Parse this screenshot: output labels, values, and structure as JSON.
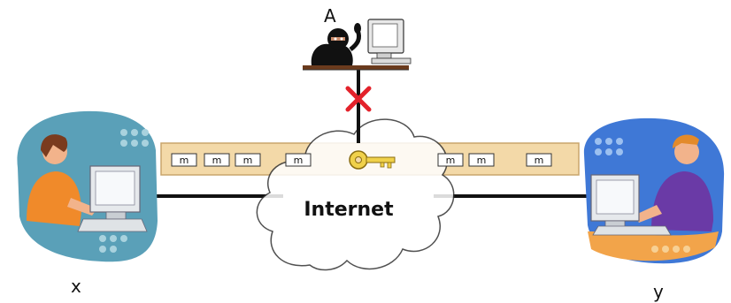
{
  "labels": {
    "attacker": "A",
    "sender": "x",
    "receiver": "y"
  },
  "cloud": {
    "label": "Internet"
  },
  "messages": {
    "left": [
      "m",
      "m",
      "m",
      "m"
    ],
    "right": [
      "m",
      "m",
      "m"
    ]
  },
  "icons": [
    "person-at-computer",
    "hacker-at-computer",
    "key-icon",
    "blocked-x-icon",
    "cloud"
  ],
  "colors": {
    "channel": "#f3d9a8",
    "channel_border": "#c9a56c",
    "block": "#e3222b",
    "key": "#f0d14a"
  }
}
